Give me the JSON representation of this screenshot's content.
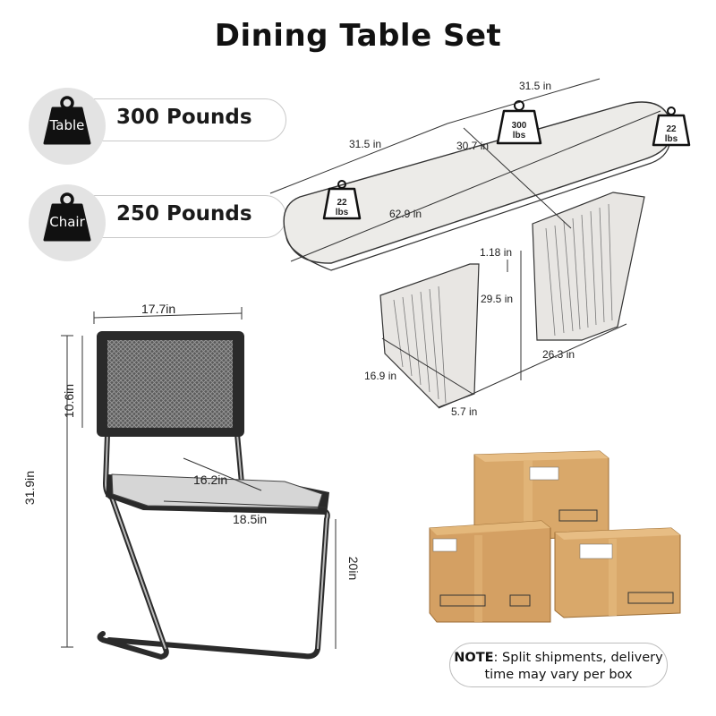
{
  "title": "Dining Table Set",
  "table_load": {
    "label": "Table",
    "value": "300 Pounds"
  },
  "chair_load": {
    "label": "Chair",
    "value": "250 Pounds"
  },
  "table_dims": {
    "top_width": "31.5 in",
    "side_width": "31.5 in",
    "inner_width": "30.7 in",
    "length": "62.9 in",
    "top_thickness": "1.18 in",
    "leg_height": "29.5 in",
    "base_length": "26.3 in",
    "base_depth": "16.9 in",
    "base_thickness": "5.7 in",
    "center_load_num": "300",
    "center_load_unit": "lbs",
    "end_load_num": "22",
    "end_load_unit": "lbs"
  },
  "chair_dims": {
    "back_width": "17.7in",
    "back_height": "10.6in",
    "total_height": "31.9in",
    "seat_depth": "16.2in",
    "seat_width": "18.5in",
    "seat_height": "20in"
  },
  "note": {
    "label": "NOTE",
    "text": ": Split shipments, delivery time may vary per box"
  },
  "icons": [
    "weight-icon",
    "box-icon"
  ]
}
